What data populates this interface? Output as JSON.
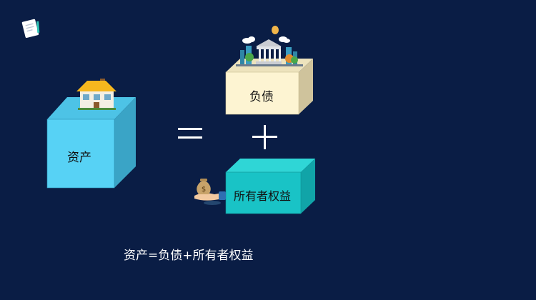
{
  "diagram": {
    "assets": {
      "label": "资产",
      "colors": {
        "front": "#57d2f5",
        "top": "#4dc3e6",
        "side": "#3aa4c6"
      }
    },
    "liabilities": {
      "label": "负债",
      "colors": {
        "front": "#fdf4d2",
        "top": "#ede3bd",
        "side": "#cfc39c"
      }
    },
    "equity": {
      "label": "所有者权益",
      "colors": {
        "front": "#19c3c6",
        "top": "#2fd6d6",
        "side": "#11a4a8"
      }
    },
    "formula": "资产=负债+所有者权益",
    "icons": [
      "notebook-icon",
      "house-icon",
      "bank-city-icon",
      "money-bag-hand-icon"
    ]
  }
}
